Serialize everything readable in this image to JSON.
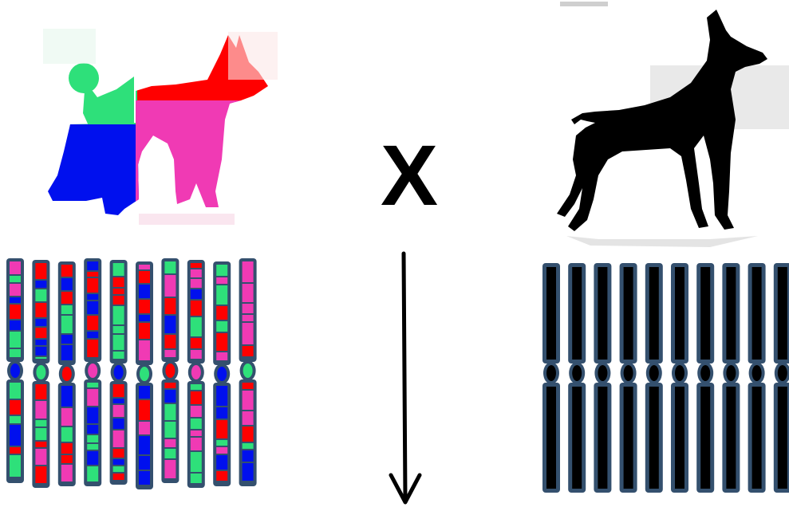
{
  "cross_symbol": "X",
  "colors": {
    "green": "#2ee07a",
    "red": "#ff0000",
    "magenta": "#f03ab4",
    "blue": "#0010ee",
    "outline": "#34506e",
    "black": "#000000"
  },
  "left_chromosome_count": 10,
  "right_chromosome_count": 10,
  "icons": [
    "mixed-dog-icon",
    "black-dog-icon",
    "down-arrow-icon"
  ]
}
